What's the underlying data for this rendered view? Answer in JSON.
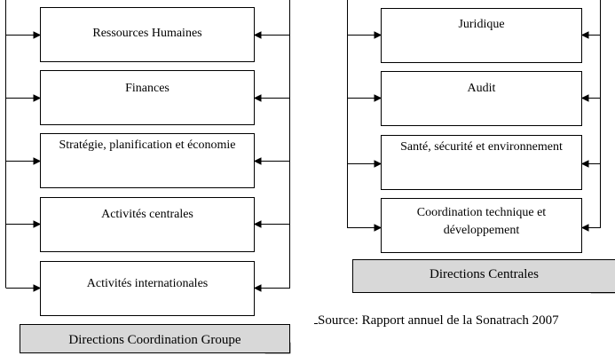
{
  "left_group": {
    "boxes": [
      "Ressources Humaines",
      "Finances",
      "Stratégie, planification et économie",
      "Activités centrales",
      "Activités internationales"
    ],
    "label": "Directions Coordination Groupe"
  },
  "right_group": {
    "boxes": [
      "Juridique",
      "Audit",
      "Santé, sécurité et environnement",
      "Coordination technique et développement"
    ],
    "label": "Directions Centrales"
  },
  "source": "Source: Rapport annuel de la Sonatrach 2007"
}
